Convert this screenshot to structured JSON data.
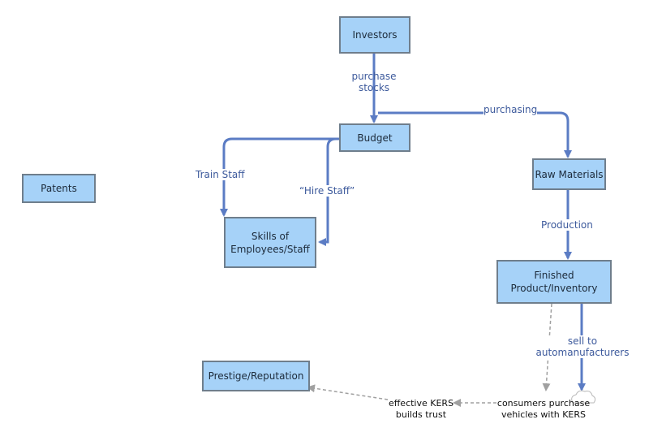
{
  "nodes": {
    "investors": "Investors",
    "budget": "Budget",
    "patents": "Patents",
    "raw_materials": "Raw Materials",
    "skills_line1": "Skills of",
    "skills_line2": "Employees/Staff",
    "finished_line1": "Finished",
    "finished_line2": "Product/Inventory",
    "prestige": "Prestige/Reputation"
  },
  "edges": {
    "purchase_stocks_line1": "purchase",
    "purchase_stocks_line2": "stocks",
    "purchasing": "purchasing",
    "train_staff": "Train Staff",
    "hire_staff": "“Hire Staff”",
    "production": "Production",
    "sell_to_line1": "sell to",
    "sell_to_line2": "automanufacturers"
  },
  "annotations": {
    "consumers_line1": "consumers purchase",
    "consumers_line2": "vehicles with KERS",
    "kers_trust_line1": "effective KERS",
    "kers_trust_line2": "builds trust"
  },
  "colors": {
    "node_fill": "#a6d2f8",
    "node_border": "#6f7e8c",
    "link": "#5b7cc4",
    "dashed_link": "#a0a0a0"
  }
}
